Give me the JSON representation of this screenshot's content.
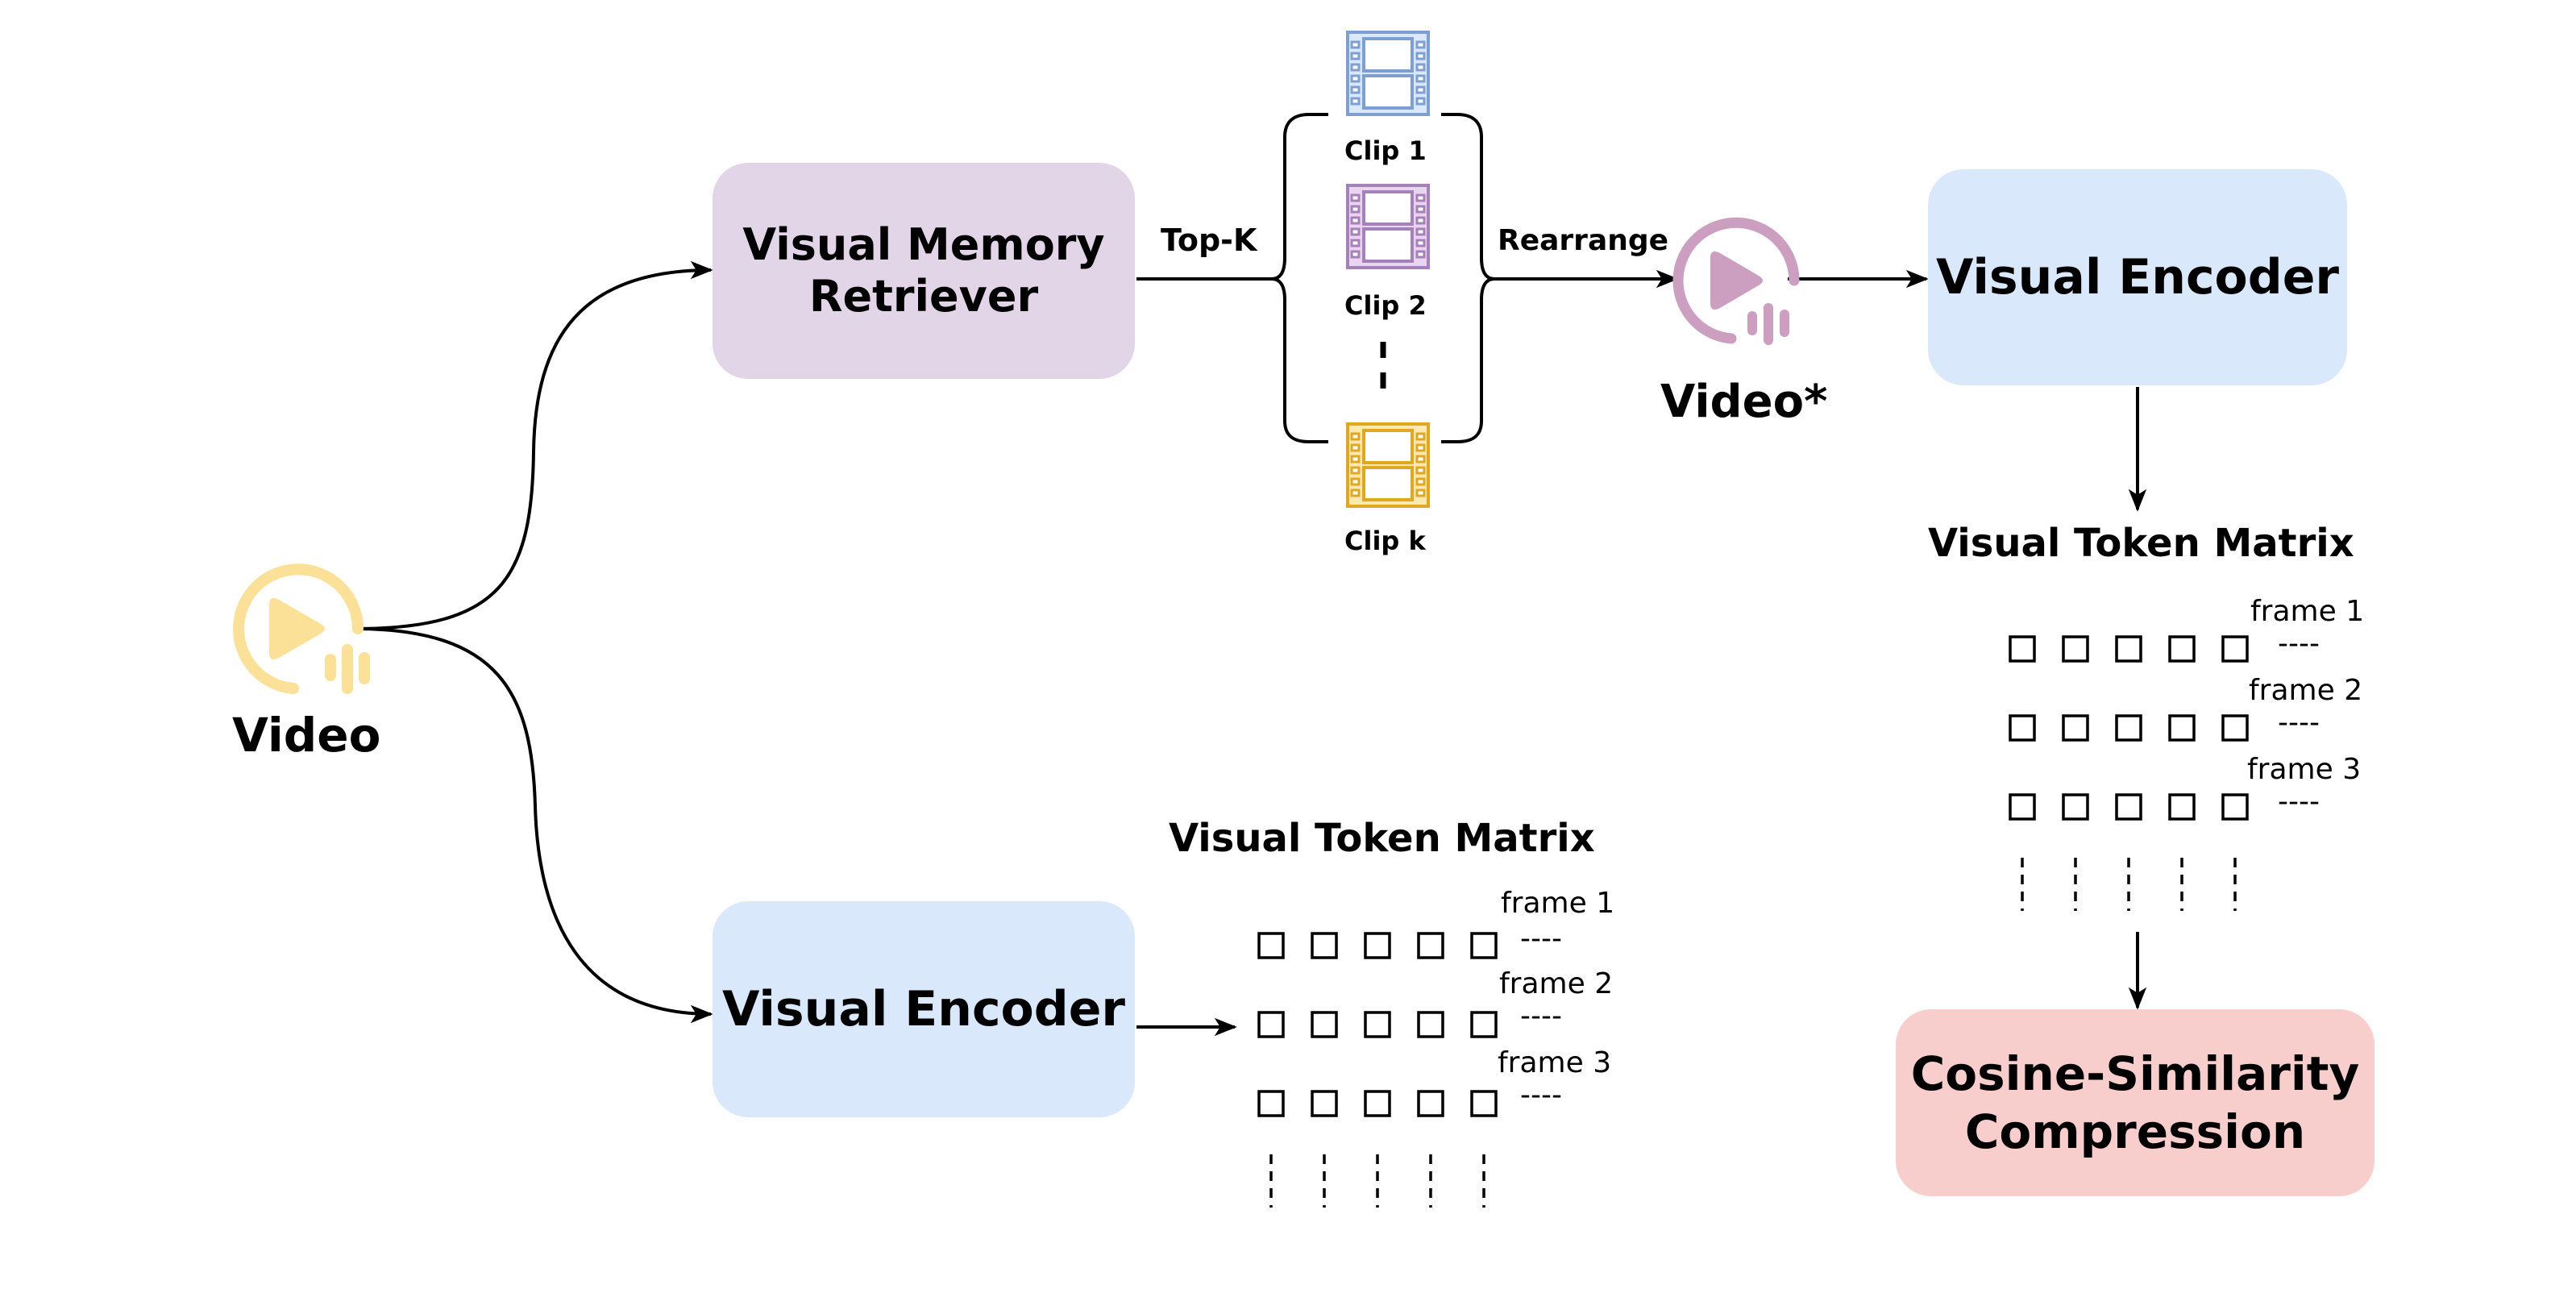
{
  "colors": {
    "video_icon": "#fbe198",
    "video_star_icon": "#cc9ebf",
    "retriever_fill": "#e1d5e7",
    "encoder_fill": "#dae8fc",
    "compression_fill": "#f8cecc",
    "clip1": "#7e9fd2",
    "clip1_fill": "#dae8fc",
    "clip2": "#a680b8",
    "clip2_fill": "#e9d5f0",
    "clipk": "#e0a820",
    "clipk_fill": "#ffe9b0",
    "line": "#000000"
  },
  "input": {
    "label": "Video",
    "icon": "video-play-icon"
  },
  "retriever": {
    "label_line1": "Visual Memory",
    "label_line2": "Retriever"
  },
  "edge_topk": {
    "label": "Top-K"
  },
  "clips": [
    {
      "label": "Clip 1",
      "icon": "film-strip-icon"
    },
    {
      "label": "Clip 2",
      "icon": "film-strip-icon"
    },
    {
      "label": "Clip k",
      "icon": "film-strip-icon"
    }
  ],
  "edge_rearrange": {
    "label": "Rearrange"
  },
  "video_star": {
    "label": "Video*",
    "icon": "video-play-icon"
  },
  "encoder_top": {
    "label": "Visual Encoder"
  },
  "encoder_bottom": {
    "label": "Visual Encoder"
  },
  "matrix_top": {
    "title": "Visual Token Matrix",
    "frames": [
      "frame 1",
      "frame 2",
      "frame 3"
    ],
    "tokens_per_frame": 5,
    "continuation": "----"
  },
  "matrix_bottom": {
    "title": "Visual Token Matrix",
    "frames": [
      "frame 1",
      "frame 2",
      "frame 3"
    ],
    "tokens_per_frame": 5,
    "continuation": "----"
  },
  "compression": {
    "label_line1": "Cosine-Similarity",
    "label_line2": "Compression"
  }
}
